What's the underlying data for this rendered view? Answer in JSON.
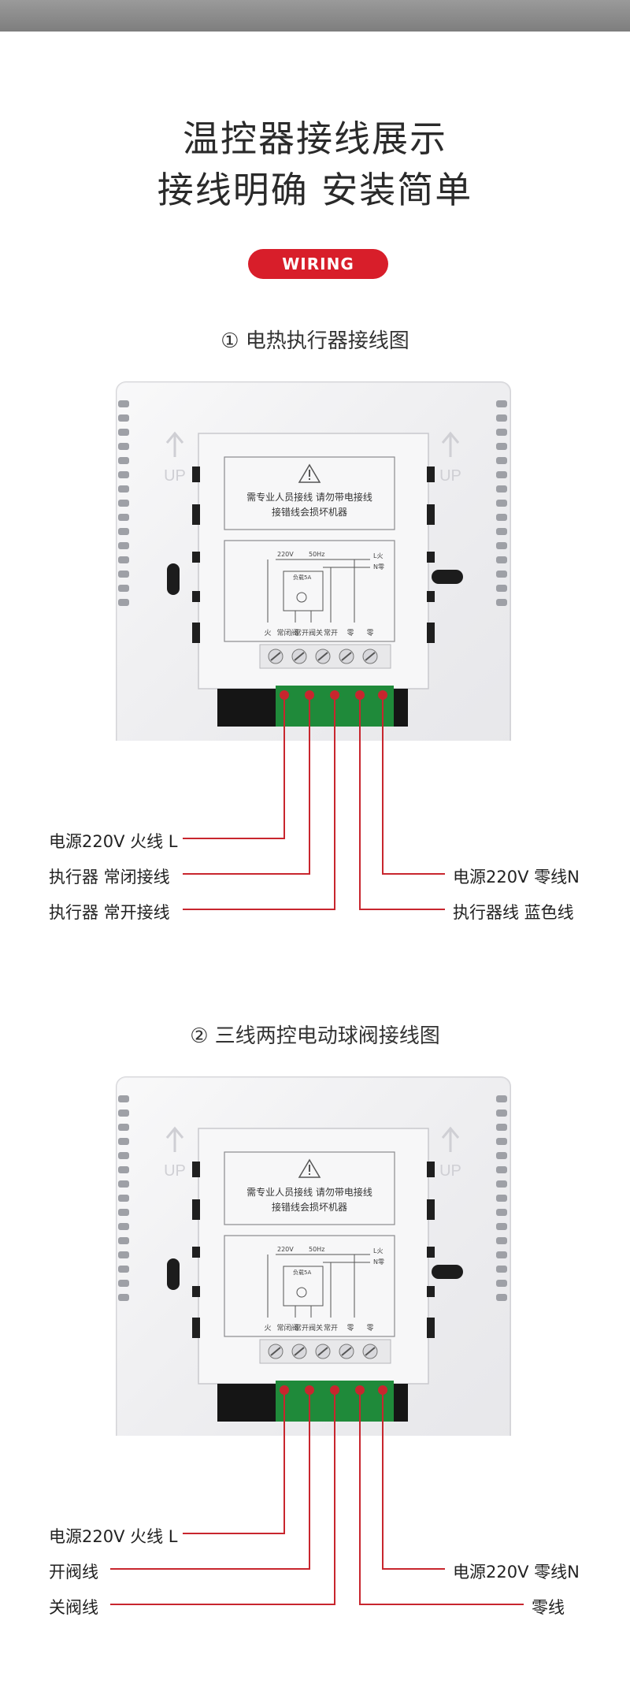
{
  "header": {
    "title_line1": "温控器接线展示",
    "title_line2": "接线明确 安装简单",
    "badge": "WIRING"
  },
  "colors": {
    "accent": "#d81e2a",
    "wire": "#c8262e",
    "terminal_green": "#1f8a3a"
  },
  "device_text": {
    "up": "UP",
    "warning_line1": "需专业人员接线 请勿带电接线",
    "warning_line2": "接错线会损坏机器",
    "voltage": "220V",
    "frequency": "50Hz",
    "load": "负载5A",
    "live": "L火",
    "neutral": "N零",
    "terminal_labels": [
      "火",
      "常闭阀",
      "常开阀关",
      "常开",
      "零",
      "零"
    ]
  },
  "sections": [
    {
      "title": "① 电热执行器接线图",
      "labels_left": [
        "电源220V 火线 L",
        "执行器 常闭接线",
        "执行器 常开接线"
      ],
      "labels_right": [
        "电源220V 零线N",
        "执行器线 蓝色线"
      ]
    },
    {
      "title": "② 三线两控电动球阀接线图",
      "labels_left": [
        "电源220V 火线 L",
        "开阀线",
        "关阀线"
      ],
      "labels_right": [
        "电源220V 零线N",
        "零线"
      ]
    }
  ]
}
